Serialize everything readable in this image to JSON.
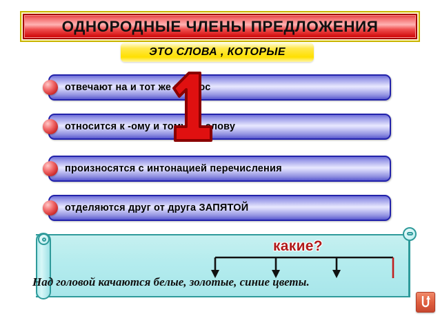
{
  "title": {
    "text": "ОДНОРОДНЫЕ  ЧЛЕНЫ  ПРЕДЛОЖЕНИЯ",
    "color": "#cc0000",
    "frame_color": "#c8b400"
  },
  "subtitle": {
    "text": "ЭТО  СЛОВА  , КОТОРЫЕ",
    "background": "#ffe000"
  },
  "big_number": {
    "value": "1",
    "fill": "#e01010",
    "outline": "#8a0000"
  },
  "rules": [
    {
      "text": "отвечают  на            и  тот  же  вопрос",
      "bullet": "red-sphere-bullet"
    },
    {
      "text": "относится к            -ому  и  тому  же  слову",
      "bullet": "red-sphere-bullet"
    },
    {
      "text": "произносятся  с  интонацией  перечисления",
      "bullet": "red-sphere-bullet"
    },
    {
      "text": "отделяются друг от друга ЗАПЯТОЙ",
      "bullet": "red-sphere-bullet"
    }
  ],
  "bar_style": {
    "border": "#2222aa",
    "fill_light": "#e8e8ff",
    "fill_dark": "#5a5ad0"
  },
  "example": {
    "question_label": "какие?",
    "question_color": "#b01a1a",
    "sentence": "Над головой качаются белые, золотые, синие цветы.",
    "panel_color": "#b4ecee",
    "panel_border": "#2e9a9a",
    "arrow_targets": [
      "белые",
      "золотые",
      "синие"
    ],
    "arrow_count": 3,
    "bracket_color": "#c02020"
  },
  "return_button": {
    "icon": "return-arrow-icon",
    "color": "#e06040"
  }
}
